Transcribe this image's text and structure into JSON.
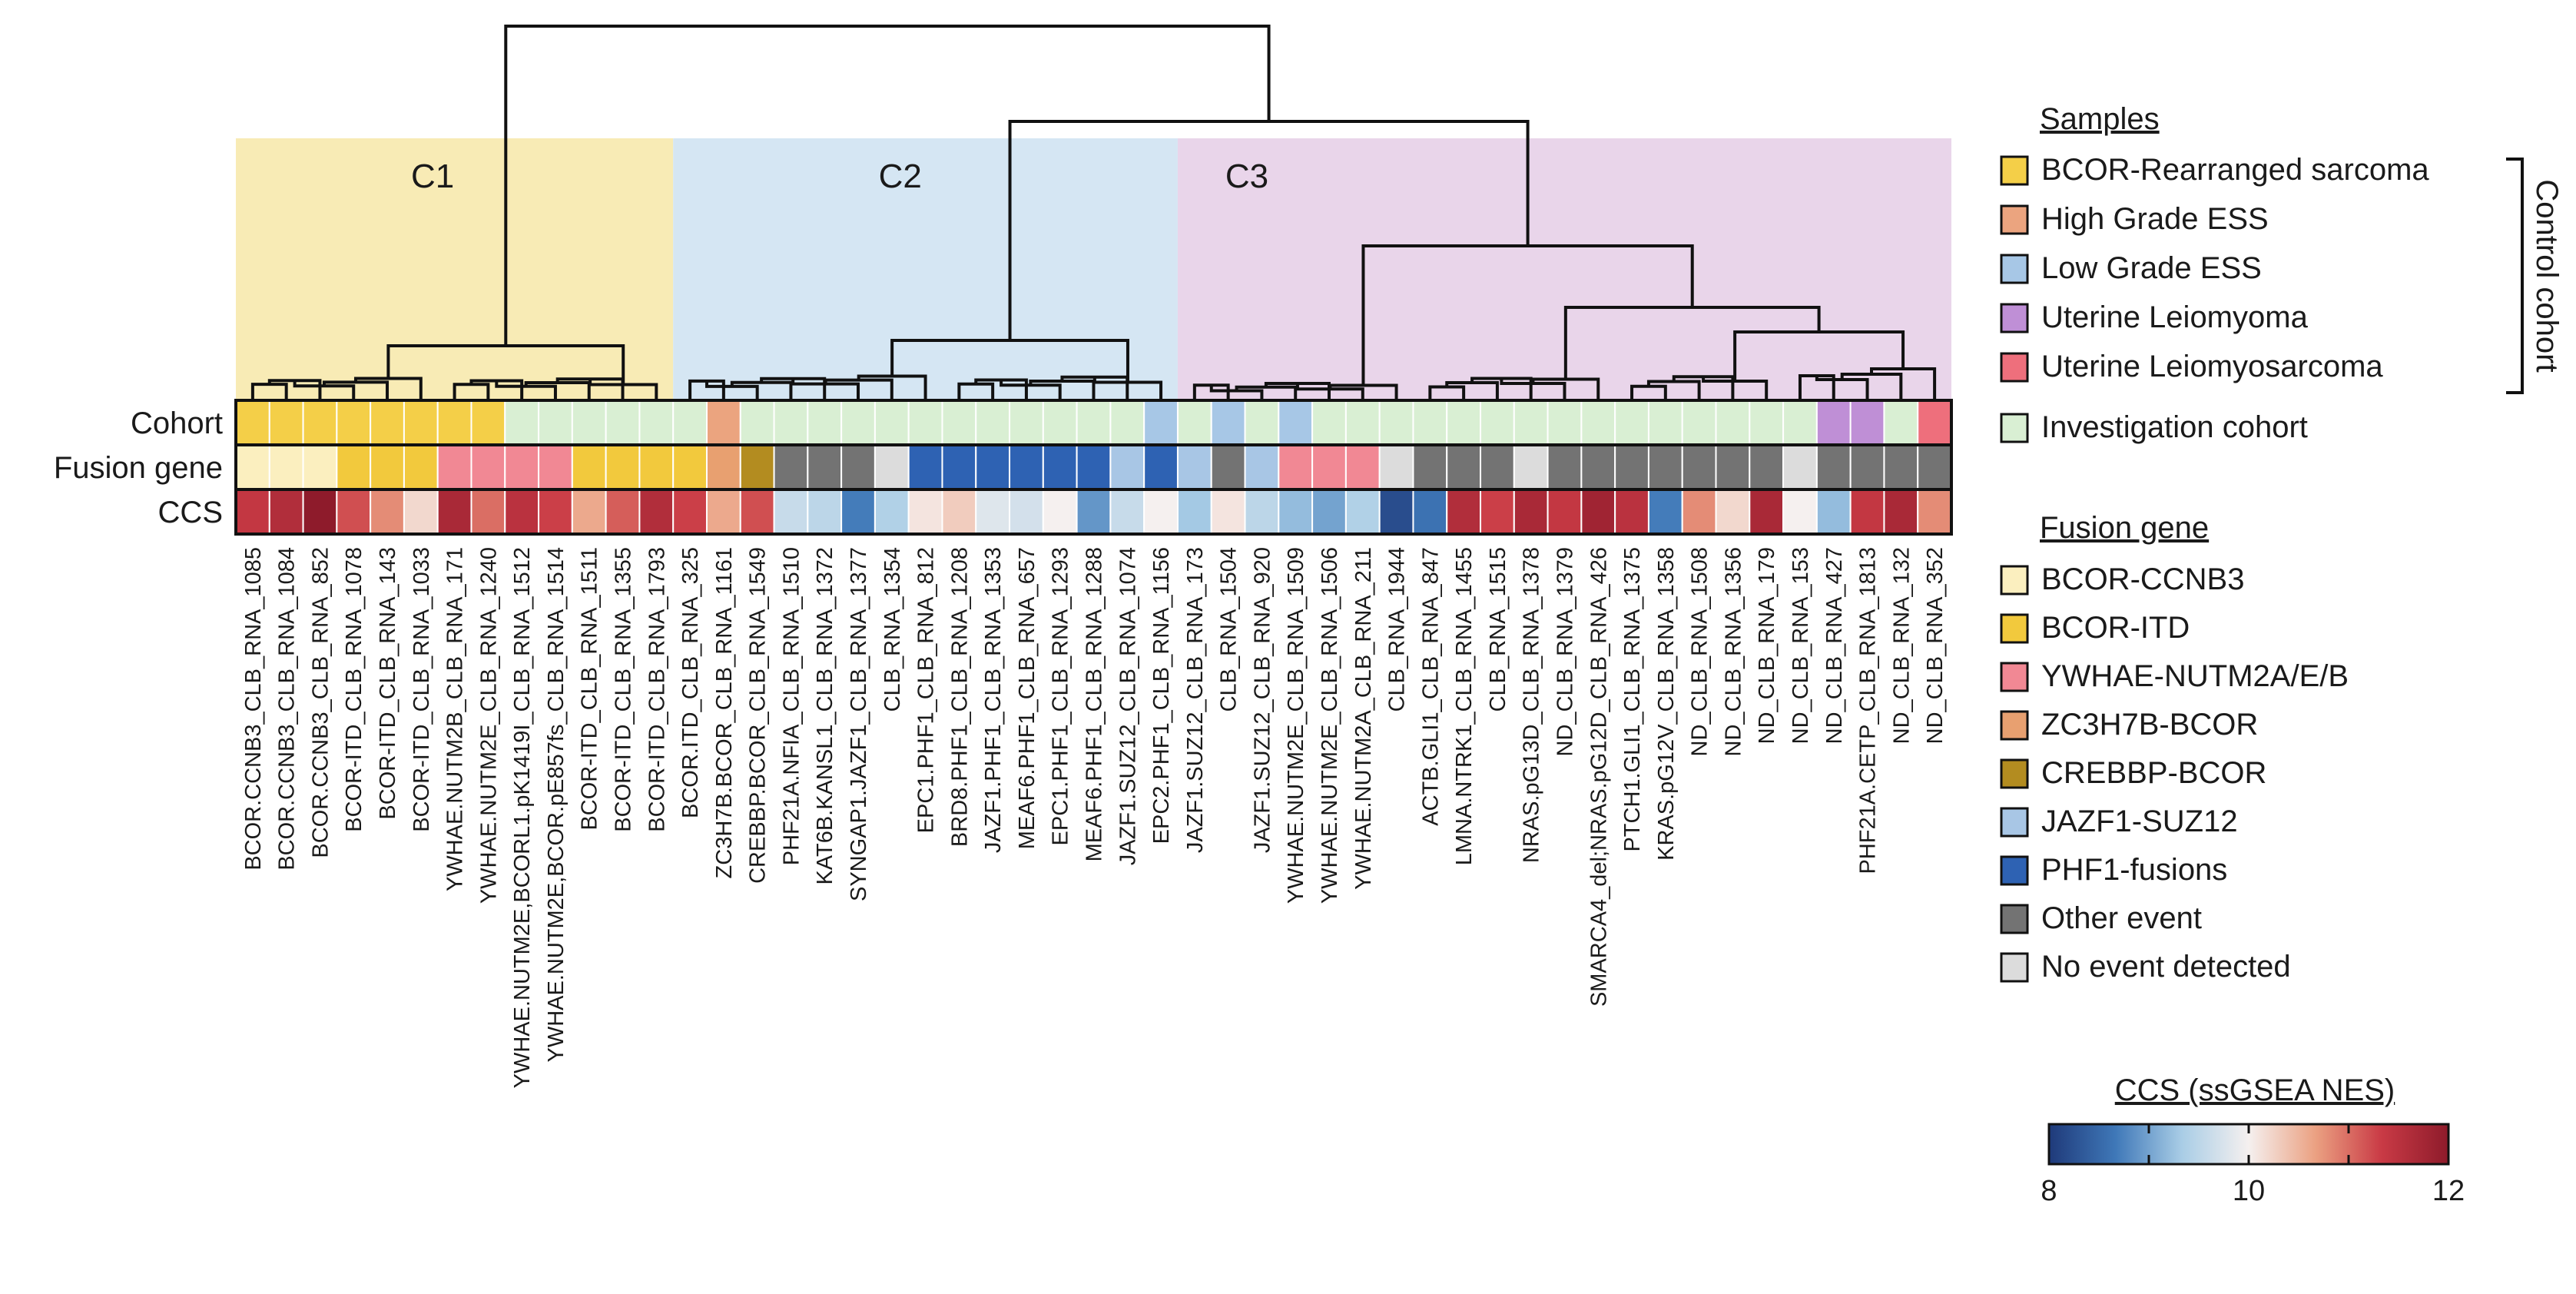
{
  "colors": {
    "BCOR-Rearranged sarcoma": "#f4cf48",
    "High Grade ESS": "#eba47f",
    "Low Grade ESS": "#a7c7e6",
    "Uterine Leiomyoma": "#bf8fd6",
    "Uterine Leiomyosarcoma": "#ee6f7c",
    "Investigation cohort": "#d9efd3",
    "BCOR-CCNB3": "#fbefbf",
    "BCOR-ITD": "#f2c93d",
    "YWHAE-NUTM2A/E/B": "#f18894",
    "ZC3H7B-BCOR": "#e8a070",
    "CREBBP-BCOR": "#b38c20",
    "JAZF1-SUZ12": "#a8c6e5",
    "PHF1-fusions": "#2e62b3",
    "Other event": "#737373",
    "No event detected": "#dcdcdc"
  },
  "chart_data": {
    "type": "heatmap",
    "clusters": [
      {
        "label": "C1",
        "color": "#f8ebb5",
        "from": 0,
        "to": 12
      },
      {
        "label": "C2",
        "color": "#d5e6f3",
        "from": 13,
        "to": 27
      },
      {
        "label": "C3",
        "color": "#e9d5ea",
        "from": 28,
        "to": 50
      }
    ],
    "row_labels": [
      "Cohort",
      "Fusion gene",
      "CCS"
    ],
    "samples": [
      {
        "label": "BCOR.CCNB3_CLB_RNA_1085",
        "cohort": "BCOR-Rearranged sarcoma",
        "fusion": "BCOR-CCNB3",
        "ccs": 11.4
      },
      {
        "label": "BCOR.CCNB3_CLB_RNA_1084",
        "cohort": "BCOR-Rearranged sarcoma",
        "fusion": "BCOR-CCNB3",
        "ccs": 11.6
      },
      {
        "label": "BCOR.CCNB3_CLB_RNA_852",
        "cohort": "BCOR-Rearranged sarcoma",
        "fusion": "BCOR-CCNB3",
        "ccs": 12.0
      },
      {
        "label": "BCOR-ITD_CLB_RNA_1078",
        "cohort": "BCOR-Rearranged sarcoma",
        "fusion": "BCOR-ITD",
        "ccs": 11.2
      },
      {
        "label": "BCOR-ITD_CLB_RNA_143",
        "cohort": "BCOR-Rearranged sarcoma",
        "fusion": "BCOR-ITD",
        "ccs": 10.8
      },
      {
        "label": "BCOR-ITD_CLB_RNA_1033",
        "cohort": "BCOR-Rearranged sarcoma",
        "fusion": "BCOR-ITD",
        "ccs": 10.2
      },
      {
        "label": "YWHAE.NUTM2B_CLB_RNA_171",
        "cohort": "BCOR-Rearranged sarcoma",
        "fusion": "YWHAE-NUTM2A/E/B",
        "ccs": 11.7
      },
      {
        "label": "YWHAE.NUTM2E_CLB_RNA_1240",
        "cohort": "BCOR-Rearranged sarcoma",
        "fusion": "YWHAE-NUTM2A/E/B",
        "ccs": 11.0
      },
      {
        "label": "YWHAE.NUTM2E,BCORL1.pK1419I_CLB_RNA_1512",
        "cohort": "Investigation cohort",
        "fusion": "YWHAE-NUTM2A/E/B",
        "ccs": 11.5
      },
      {
        "label": "YWHAE.NUTM2E,BCOR.pE857fs_CLB_RNA_1514",
        "cohort": "Investigation cohort",
        "fusion": "YWHAE-NUTM2A/E/B",
        "ccs": 11.3
      },
      {
        "label": "BCOR-ITD_CLB_RNA_1511",
        "cohort": "Investigation cohort",
        "fusion": "BCOR-ITD",
        "ccs": 10.6
      },
      {
        "label": "BCOR-ITD_CLB_RNA_1355",
        "cohort": "Investigation cohort",
        "fusion": "BCOR-ITD",
        "ccs": 11.1
      },
      {
        "label": "BCOR-ITD_CLB_RNA_1793",
        "cohort": "Investigation cohort",
        "fusion": "BCOR-ITD",
        "ccs": 11.6
      },
      {
        "label": "BCOR.ITD_CLB_RNA_325",
        "cohort": "Investigation cohort",
        "fusion": "BCOR-ITD",
        "ccs": 11.3
      },
      {
        "label": "ZC3H7B.BCOR_CLB_RNA_1161",
        "cohort": "High Grade ESS",
        "fusion": "ZC3H7B-BCOR",
        "ccs": 10.6
      },
      {
        "label": "CREBBP.BCOR_CLB_RNA_1549",
        "cohort": "Investigation cohort",
        "fusion": "CREBBP-BCOR",
        "ccs": 11.2
      },
      {
        "label": "PHF21A.NFIA_CLB_RNA_1510",
        "cohort": "Investigation cohort",
        "fusion": "Other event",
        "ccs": 9.6
      },
      {
        "label": "KAT6B.KANSL1_CLB_RNA_1372",
        "cohort": "Investigation cohort",
        "fusion": "Other event",
        "ccs": 9.5
      },
      {
        "label": "SYNGAP1.JAZF1_CLB_RNA_1377",
        "cohort": "Investigation cohort",
        "fusion": "Other event",
        "ccs": 8.7
      },
      {
        "label": "CLB_RNA_1354",
        "cohort": "Investigation cohort",
        "fusion": "No event detected",
        "ccs": 9.4
      },
      {
        "label": "EPC1.PHF1_CLB_RNA_812",
        "cohort": "Investigation cohort",
        "fusion": "PHF1-fusions",
        "ccs": 10.1
      },
      {
        "label": "BRD8.PHF1_CLB_RNA_1208",
        "cohort": "Investigation cohort",
        "fusion": "PHF1-fusions",
        "ccs": 10.3
      },
      {
        "label": "JAZF1.PHF1_CLB_RNA_1353",
        "cohort": "Investigation cohort",
        "fusion": "PHF1-fusions",
        "ccs": 9.8
      },
      {
        "label": "MEAF6.PHF1_CLB_RNA_657",
        "cohort": "Investigation cohort",
        "fusion": "PHF1-fusions",
        "ccs": 9.7
      },
      {
        "label": "EPC1.PHF1_CLB_RNA_1293",
        "cohort": "Investigation cohort",
        "fusion": "PHF1-fusions",
        "ccs": 10.0
      },
      {
        "label": "MEAF6.PHF1_CLB_RNA_1288",
        "cohort": "Investigation cohort",
        "fusion": "PHF1-fusions",
        "ccs": 8.9
      },
      {
        "label": "JAZF1.SUZ12_CLB_RNA_1074",
        "cohort": "Investigation cohort",
        "fusion": "JAZF1-SUZ12",
        "ccs": 9.6
      },
      {
        "label": "EPC2.PHF1_CLB_RNA_1156",
        "cohort": "Low Grade ESS",
        "fusion": "PHF1-fusions",
        "ccs": 10.0
      },
      {
        "label": "JAZF1.SUZ12_CLB_RNA_173",
        "cohort": "Investigation cohort",
        "fusion": "JAZF1-SUZ12",
        "ccs": 9.3
      },
      {
        "label": "CLB_RNA_1504",
        "cohort": "Low Grade ESS",
        "fusion": "Other event",
        "ccs": 10.1
      },
      {
        "label": "JAZF1.SUZ12_CLB_RNA_920",
        "cohort": "Investigation cohort",
        "fusion": "JAZF1-SUZ12",
        "ccs": 9.5
      },
      {
        "label": "YWHAE.NUTM2E_CLB_RNA_1509",
        "cohort": "Low Grade ESS",
        "fusion": "YWHAE-NUTM2A/E/B",
        "ccs": 9.2
      },
      {
        "label": "YWHAE.NUTM2E_CLB_RNA_1506",
        "cohort": "Investigation cohort",
        "fusion": "YWHAE-NUTM2A/E/B",
        "ccs": 9.0
      },
      {
        "label": "YWHAE.NUTM2A_CLB_RNA_211",
        "cohort": "Investigation cohort",
        "fusion": "YWHAE-NUTM2A/E/B",
        "ccs": 9.4
      },
      {
        "label": "CLB_RNA_1944",
        "cohort": "Investigation cohort",
        "fusion": "No event detected",
        "ccs": 8.2
      },
      {
        "label": "ACTB.GLI1_CLB_RNA_847",
        "cohort": "Investigation cohort",
        "fusion": "Other event",
        "ccs": 8.6
      },
      {
        "label": "LMNA.NTRK1_CLB_RNA_1455",
        "cohort": "Investigation cohort",
        "fusion": "Other event",
        "ccs": 11.6
      },
      {
        "label": "CLB_RNA_1515",
        "cohort": "Investigation cohort",
        "fusion": "Other event",
        "ccs": 11.3
      },
      {
        "label": "NRAS.pG13D_CLB_RNA_1378",
        "cohort": "Investigation cohort",
        "fusion": "No event detected",
        "ccs": 11.7
      },
      {
        "label": "ND_CLB_RNA_1379",
        "cohort": "Investigation cohort",
        "fusion": "Other event",
        "ccs": 11.4
      },
      {
        "label": "SMARCA4_del;NRAS.pG12D_CLB_RNA_426",
        "cohort": "Investigation cohort",
        "fusion": "Other event",
        "ccs": 11.8
      },
      {
        "label": "PTCH1.GLI1_CLB_RNA_1375",
        "cohort": "Investigation cohort",
        "fusion": "Other event",
        "ccs": 11.5
      },
      {
        "label": "KRAS.pG12V_CLB_RNA_1358",
        "cohort": "Investigation cohort",
        "fusion": "Other event",
        "ccs": 8.7
      },
      {
        "label": "ND_CLB_RNA_1508",
        "cohort": "Investigation cohort",
        "fusion": "Other event",
        "ccs": 10.8
      },
      {
        "label": "ND_CLB_RNA_1356",
        "cohort": "Investigation cohort",
        "fusion": "Other event",
        "ccs": 10.2
      },
      {
        "label": "ND_CLB_RNA_179",
        "cohort": "Investigation cohort",
        "fusion": "Other event",
        "ccs": 11.7
      },
      {
        "label": "ND_CLB_RNA_153",
        "cohort": "Investigation cohort",
        "fusion": "No event detected",
        "ccs": 10.0
      },
      {
        "label": "ND_CLB_RNA_427",
        "cohort": "Uterine Leiomyoma",
        "fusion": "Other event",
        "ccs": 9.2
      },
      {
        "label": "PHF21A.CETP_CLB_RNA_1813",
        "cohort": "Uterine Leiomyoma",
        "fusion": "Other event",
        "ccs": 11.4
      },
      {
        "label": "ND_CLB_RNA_132",
        "cohort": "Investigation cohort",
        "fusion": "Other event",
        "ccs": 11.7
      },
      {
        "label": "ND_CLB_RNA_352",
        "cohort": "Uterine Leiomyosarcoma",
        "fusion": "Other event",
        "ccs": 10.8
      }
    ],
    "ccs_scale": {
      "title": "CCS (ssGSEA NES)",
      "min": 8,
      "max": 12,
      "ticks": [
        8,
        10,
        12
      ],
      "stops": [
        "#1f3a7a",
        "#3f78b8",
        "#a9cde6",
        "#f5f0ef",
        "#eba182",
        "#c93a45",
        "#8e1b2b"
      ]
    }
  },
  "legend": {
    "samples_title": "Samples",
    "samples": [
      {
        "label": "BCOR-Rearranged sarcoma",
        "color": "#f4cf48"
      },
      {
        "label": "High Grade ESS",
        "color": "#eba47f"
      },
      {
        "label": "Low Grade ESS",
        "color": "#a7c7e6"
      },
      {
        "label": "Uterine Leiomyoma",
        "color": "#bf8fd6"
      },
      {
        "label": "Uterine Leiomyosarcoma",
        "color": "#ee6f7c"
      }
    ],
    "control_label": "Control cohort",
    "investigation": {
      "label": "Investigation cohort",
      "color": "#d9efd3"
    },
    "fusion_title": "Fusion gene",
    "fusion": [
      {
        "label": "BCOR-CCNB3",
        "color": "#fbefbf"
      },
      {
        "label": "BCOR-ITD",
        "color": "#f2c93d"
      },
      {
        "label": "YWHAE-NUTM2A/E/B",
        "color": "#f18894"
      },
      {
        "label": "ZC3H7B-BCOR",
        "color": "#e8a070"
      },
      {
        "label": "CREBBP-BCOR",
        "color": "#b38c20"
      },
      {
        "label": "JAZF1-SUZ12",
        "color": "#a8c6e5"
      },
      {
        "label": "PHF1-fusions",
        "color": "#2e62b3"
      },
      {
        "label": "Other event",
        "color": "#737373"
      },
      {
        "label": "No event detected",
        "color": "#dcdcdc"
      }
    ]
  }
}
